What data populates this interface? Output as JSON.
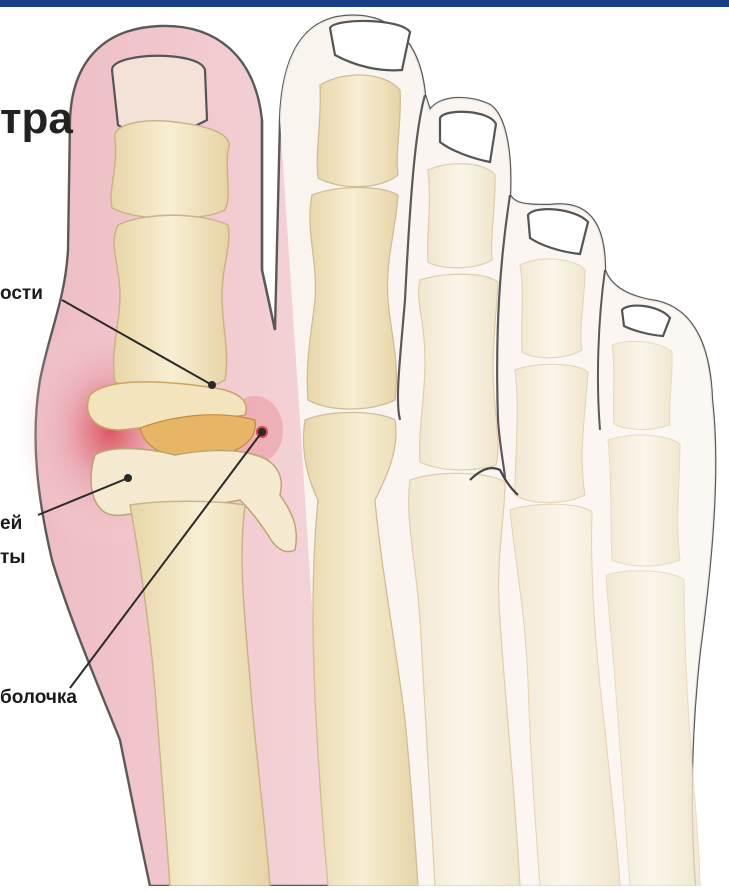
{
  "title_fragment": "тра",
  "labels": [
    {
      "id": "label-bone",
      "text": "ости"
    },
    {
      "id": "label-growth-1",
      "text": "ей"
    },
    {
      "id": "label-growth-2",
      "text": "ты"
    },
    {
      "id": "label-membrane",
      "text": "болочка"
    }
  ],
  "colors": {
    "header_bar": "#1b3f86",
    "skin_outline": "#5a5a5a",
    "bone": "#f0e2bc",
    "bone_shade": "#e3cf9f",
    "inflammation": "#e9a3ad",
    "inflammation_core": "#d8434f",
    "cartilage": "#e6b566",
    "leader_line": "#2a2a2a"
  }
}
